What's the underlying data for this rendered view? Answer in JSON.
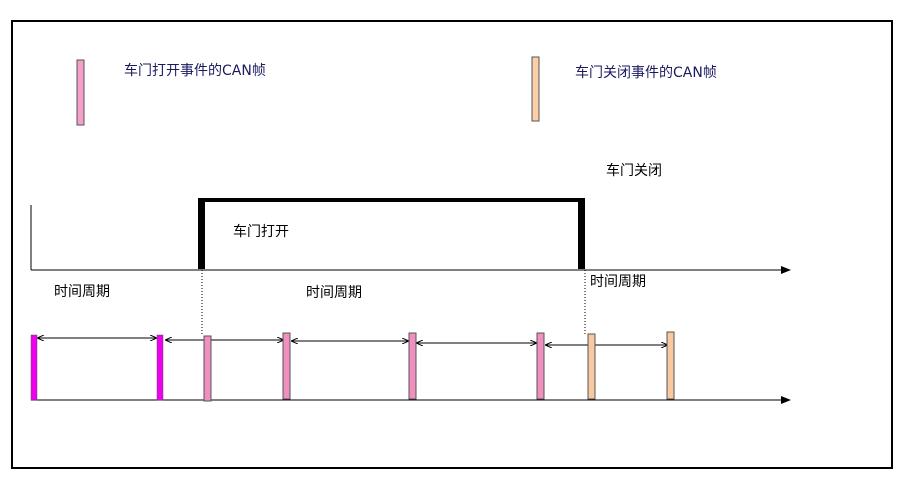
{
  "legend": {
    "open_event_label": "车门打开事件的CAN帧",
    "close_event_label": "车门关闭事件的CAN帧"
  },
  "labels": {
    "door_open": "车门打开",
    "door_close": "车门关闭",
    "period_1": "时间周期",
    "period_2": "时间周期",
    "period_3": "时间周期"
  },
  "colors": {
    "periodic_frame": "#ee00ee",
    "open_event_frame": "#f090c0",
    "close_event_frame": "#f8c8a0",
    "open_legend_fill": "#f5a0c8",
    "close_legend_fill": "#fbd0a8",
    "frame_border": "#555555",
    "line": "#000000",
    "text": "#000000",
    "legend_text": "#1a1a5e"
  }
}
